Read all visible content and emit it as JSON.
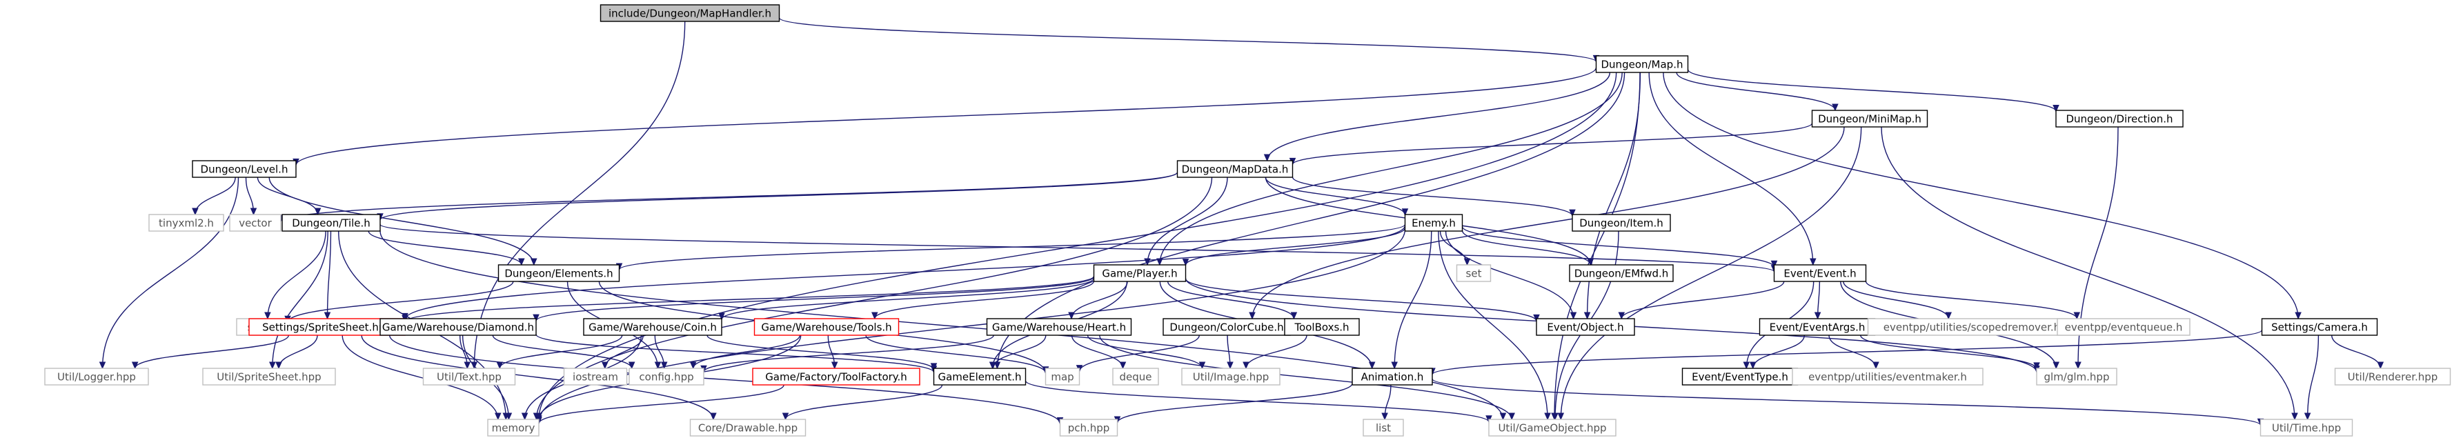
{
  "diagram": {
    "colors": {
      "edge": "#191970",
      "box_default": "#000000",
      "box_gray": "#bfbfbf",
      "box_red": "#ff0000",
      "root_fill": "#bfbfbf",
      "text_gray": "#555555"
    },
    "nodes": [
      {
        "id": "n_maphandler",
        "label": "include/Dungeon/MapHandler.h",
        "style": "root"
      },
      {
        "id": "n_map",
        "label": "Dungeon/Map.h",
        "style": "box"
      },
      {
        "id": "n_level",
        "label": "Dungeon/Level.h",
        "style": "box"
      },
      {
        "id": "n_minimap",
        "label": "Dungeon/MiniMap.h",
        "style": "box"
      },
      {
        "id": "n_direction",
        "label": "Dungeon/Direction.h",
        "style": "box"
      },
      {
        "id": "n_mapdata",
        "label": "Dungeon/MapData.h",
        "style": "box"
      },
      {
        "id": "n_tinyxml",
        "label": "tinyxml2.h",
        "style": "gray"
      },
      {
        "id": "n_vector",
        "label": "vector",
        "style": "gray"
      },
      {
        "id": "n_tile",
        "label": "Dungeon/Tile.h",
        "style": "box"
      },
      {
        "id": "n_enemy",
        "label": "Enemy.h",
        "style": "box"
      },
      {
        "id": "n_item",
        "label": "Dungeon/Item.h",
        "style": "box"
      },
      {
        "id": "n_elements",
        "label": "Dungeon/Elements.h",
        "style": "box"
      },
      {
        "id": "n_set",
        "label": "set",
        "style": "gray"
      },
      {
        "id": "n_emfwd",
        "label": "Dungeon/EMfwd.h",
        "style": "box"
      },
      {
        "id": "n_event",
        "label": "Event/Event.h",
        "style": "box"
      },
      {
        "id": "n_player",
        "label": "Game/Player.h",
        "style": "box"
      },
      {
        "id": "n_string",
        "label": "string",
        "style": "gray"
      },
      {
        "id": "n_spritesheet",
        "label": "Settings/SpriteSheet.hpp",
        "style": "red"
      },
      {
        "id": "n_diamond",
        "label": "Game/Warehouse/Diamond.h",
        "style": "box"
      },
      {
        "id": "n_coin",
        "label": "Game/Warehouse/Coin.h",
        "style": "box"
      },
      {
        "id": "n_tools",
        "label": "Game/Warehouse/Tools.h",
        "style": "red"
      },
      {
        "id": "n_heart",
        "label": "Game/Warehouse/Heart.h",
        "style": "box"
      },
      {
        "id": "n_colorcube",
        "label": "Dungeon/ColorCube.h",
        "style": "box"
      },
      {
        "id": "n_toolboxs",
        "label": "ToolBoxs.h",
        "style": "box"
      },
      {
        "id": "n_object",
        "label": "Event/Object.h",
        "style": "box"
      },
      {
        "id": "n_eventargs",
        "label": "Event/EventArgs.h",
        "style": "box"
      },
      {
        "id": "n_scopedremover",
        "label": "eventpp/utilities/scopedremover.h",
        "style": "gray"
      },
      {
        "id": "n_eventqueue",
        "label": "eventpp/eventqueue.h",
        "style": "gray"
      },
      {
        "id": "n_camera",
        "label": "Settings/Camera.h",
        "style": "box"
      },
      {
        "id": "n_logger",
        "label": "Util/Logger.hpp",
        "style": "gray"
      },
      {
        "id": "n_utilspritesheet",
        "label": "Util/SpriteSheet.hpp",
        "style": "gray"
      },
      {
        "id": "n_text",
        "label": "Util/Text.hpp",
        "style": "gray"
      },
      {
        "id": "n_iostream",
        "label": "iostream",
        "style": "gray"
      },
      {
        "id": "n_config",
        "label": "config.hpp",
        "style": "gray"
      },
      {
        "id": "n_toolfactory",
        "label": "Game/Factory/ToolFactory.h",
        "style": "red"
      },
      {
        "id": "n_gameelement",
        "label": "GameElement.h",
        "style": "box"
      },
      {
        "id": "n_map_std",
        "label": "map",
        "style": "gray"
      },
      {
        "id": "n_deque",
        "label": "deque",
        "style": "gray"
      },
      {
        "id": "n_image",
        "label": "Util/Image.hpp",
        "style": "gray"
      },
      {
        "id": "n_animation",
        "label": "Animation.h",
        "style": "box"
      },
      {
        "id": "n_eventtype",
        "label": "Event/EventType.h",
        "style": "box"
      },
      {
        "id": "n_eventmaker",
        "label": "eventpp/utilities/eventmaker.h",
        "style": "gray"
      },
      {
        "id": "n_glm",
        "label": "glm/glm.hpp",
        "style": "gray"
      },
      {
        "id": "n_renderer",
        "label": "Util/Renderer.hpp",
        "style": "gray"
      },
      {
        "id": "n_memory",
        "label": "memory",
        "style": "gray"
      },
      {
        "id": "n_drawable",
        "label": "Core/Drawable.hpp",
        "style": "gray"
      },
      {
        "id": "n_pch",
        "label": "pch.hpp",
        "style": "gray"
      },
      {
        "id": "n_list",
        "label": "list",
        "style": "gray"
      },
      {
        "id": "n_gameobject",
        "label": "Util/GameObject.hpp",
        "style": "gray"
      },
      {
        "id": "n_time",
        "label": "Util/Time.hpp",
        "style": "gray"
      }
    ],
    "edges": [
      [
        "n_maphandler",
        "n_map"
      ],
      [
        "n_maphandler",
        "n_text"
      ],
      [
        "n_map",
        "n_level"
      ],
      [
        "n_map",
        "n_minimap"
      ],
      [
        "n_map",
        "n_direction"
      ],
      [
        "n_map",
        "n_mapdata"
      ],
      [
        "n_map",
        "n_player"
      ],
      [
        "n_map",
        "n_event"
      ],
      [
        "n_map",
        "n_camera"
      ],
      [
        "n_map",
        "n_object"
      ],
      [
        "n_map",
        "n_gameelement"
      ],
      [
        "n_map",
        "n_memory"
      ],
      [
        "n_map",
        "n_gameobject"
      ],
      [
        "n_level",
        "n_tinyxml"
      ],
      [
        "n_level",
        "n_vector"
      ],
      [
        "n_level",
        "n_tile"
      ],
      [
        "n_level",
        "n_elements"
      ],
      [
        "n_level",
        "n_logger"
      ],
      [
        "n_minimap",
        "n_mapdata"
      ],
      [
        "n_minimap",
        "n_colorcube"
      ],
      [
        "n_minimap",
        "n_gameobject"
      ],
      [
        "n_minimap",
        "n_time"
      ],
      [
        "n_direction",
        "n_glm"
      ],
      [
        "n_mapdata",
        "n_vector"
      ],
      [
        "n_mapdata",
        "n_tile"
      ],
      [
        "n_mapdata",
        "n_enemy"
      ],
      [
        "n_mapdata",
        "n_item"
      ],
      [
        "n_mapdata",
        "n_emfwd"
      ],
      [
        "n_mapdata",
        "n_player"
      ],
      [
        "n_mapdata",
        "n_memory"
      ],
      [
        "n_tile",
        "n_elements"
      ],
      [
        "n_tile",
        "n_string"
      ],
      [
        "n_tile",
        "n_spritesheet"
      ],
      [
        "n_tile",
        "n_utilspritesheet"
      ],
      [
        "n_tile",
        "n_memory"
      ],
      [
        "n_tile",
        "n_gameobject"
      ],
      [
        "n_tile",
        "n_event"
      ],
      [
        "n_enemy",
        "n_elements"
      ],
      [
        "n_enemy",
        "n_set"
      ],
      [
        "n_enemy",
        "n_emfwd"
      ],
      [
        "n_enemy",
        "n_event"
      ],
      [
        "n_enemy",
        "n_player"
      ],
      [
        "n_enemy",
        "n_object"
      ],
      [
        "n_enemy",
        "n_animation"
      ],
      [
        "n_enemy",
        "n_memory"
      ],
      [
        "n_enemy",
        "n_gameobject"
      ],
      [
        "n_enemy",
        "n_spritesheet"
      ],
      [
        "n_item",
        "n_gameobject"
      ],
      [
        "n_elements",
        "n_string"
      ],
      [
        "n_elements",
        "n_config"
      ],
      [
        "n_elements",
        "n_map_std"
      ],
      [
        "n_event",
        "n_object"
      ],
      [
        "n_event",
        "n_eventargs"
      ],
      [
        "n_event",
        "n_scopedremover"
      ],
      [
        "n_event",
        "n_eventqueue"
      ],
      [
        "n_event",
        "n_eventtype"
      ],
      [
        "n_event",
        "n_glm"
      ],
      [
        "n_player",
        "n_spritesheet"
      ],
      [
        "n_player",
        "n_diamond"
      ],
      [
        "n_player",
        "n_coin"
      ],
      [
        "n_player",
        "n_tools"
      ],
      [
        "n_player",
        "n_heart"
      ],
      [
        "n_player",
        "n_toolboxs"
      ],
      [
        "n_player",
        "n_object"
      ],
      [
        "n_player",
        "n_gameelement"
      ],
      [
        "n_player",
        "n_animation"
      ],
      [
        "n_player",
        "n_glm"
      ],
      [
        "n_spritesheet",
        "n_logger"
      ],
      [
        "n_spritesheet",
        "n_utilspritesheet"
      ],
      [
        "n_spritesheet",
        "n_memory"
      ],
      [
        "n_spritesheet",
        "n_drawable"
      ],
      [
        "n_spritesheet",
        "n_pch"
      ],
      [
        "n_diamond",
        "n_text"
      ],
      [
        "n_diamond",
        "n_config"
      ],
      [
        "n_diamond",
        "n_memory"
      ],
      [
        "n_diamond",
        "n_gameelement"
      ],
      [
        "n_coin",
        "n_text"
      ],
      [
        "n_coin",
        "n_iostream"
      ],
      [
        "n_coin",
        "n_config"
      ],
      [
        "n_coin",
        "n_memory"
      ],
      [
        "n_coin",
        "n_gameelement"
      ],
      [
        "n_tools",
        "n_toolfactory"
      ],
      [
        "n_tools",
        "n_config"
      ],
      [
        "n_tools",
        "n_memory"
      ],
      [
        "n_tools",
        "n_map_std"
      ],
      [
        "n_heart",
        "n_gameelement"
      ],
      [
        "n_heart",
        "n_deque"
      ],
      [
        "n_heart",
        "n_image"
      ],
      [
        "n_heart",
        "n_config"
      ],
      [
        "n_heart",
        "n_gameobject"
      ],
      [
        "n_colorcube",
        "n_image"
      ],
      [
        "n_colorcube",
        "n_map_std"
      ],
      [
        "n_toolboxs",
        "n_image"
      ],
      [
        "n_eventargs",
        "n_eventtype"
      ],
      [
        "n_eventargs",
        "n_eventmaker"
      ],
      [
        "n_eventargs",
        "n_glm"
      ],
      [
        "n_camera",
        "n_renderer"
      ],
      [
        "n_camera",
        "n_time"
      ],
      [
        "n_camera",
        "n_animation"
      ],
      [
        "n_toolfactory",
        "n_memory"
      ],
      [
        "n_gameelement",
        "n_drawable"
      ],
      [
        "n_gameelement",
        "n_gameobject"
      ],
      [
        "n_animation",
        "n_list"
      ],
      [
        "n_animation",
        "n_pch"
      ],
      [
        "n_animation",
        "n_time"
      ]
    ]
  }
}
